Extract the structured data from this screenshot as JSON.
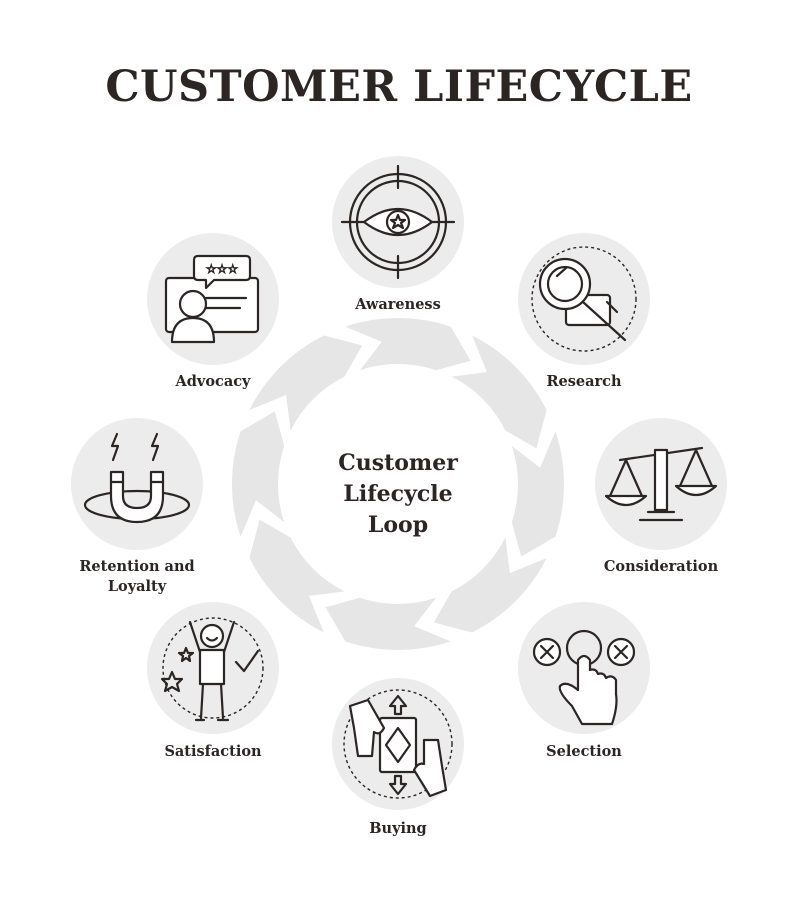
{
  "title": "CUSTOMER LIFECYCLE",
  "center": {
    "lines": [
      "Customer",
      "Lifecycle",
      "Loop"
    ]
  },
  "stages": [
    {
      "label": [
        "Awareness"
      ],
      "icon": "eye-target-icon"
    },
    {
      "label": [
        "Research"
      ],
      "icon": "magnifier-icon"
    },
    {
      "label": [
        "Consideration"
      ],
      "icon": "scales-icon"
    },
    {
      "label": [
        "Selection"
      ],
      "icon": "finger-tap-icon"
    },
    {
      "label": [
        "Buying"
      ],
      "icon": "money-exchange-icon"
    },
    {
      "label": [
        "Satisfaction"
      ],
      "icon": "happy-person-icon"
    },
    {
      "label": [
        "Retention and",
        "Loyalty"
      ],
      "icon": "magnet-icon"
    },
    {
      "label": [
        "Advocacy"
      ],
      "icon": "review-person-icon"
    }
  ],
  "colors": {
    "ink": "#2b2523",
    "icon_bg": "#ececec",
    "loop_arrows": "#e6e6e6"
  }
}
